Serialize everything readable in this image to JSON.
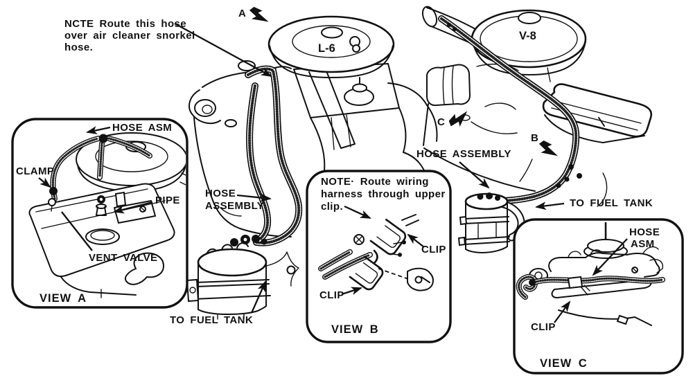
{
  "colors": {
    "ink": "#111111",
    "paper": "#ffffff"
  },
  "top_note": {
    "line1": "NCTE Route this hose",
    "line2": "over air cleaner snorkel",
    "line3": "hose."
  },
  "markers": {
    "a": "A",
    "b": "B",
    "c": "C"
  },
  "engines": {
    "l6": "L-6",
    "v8": "V-8"
  },
  "labels": {
    "hose_l6_1": "HOSE",
    "hose_l6_2": "ASSEMBLY",
    "to_fuel_tank_l6": "TO FUEL TANK",
    "hose_v8": "HOSE ASSEMBLY",
    "to_fuel_tank_v8": "TO FUEL TANK"
  },
  "view_a": {
    "hose_asm": "HOSE ASM",
    "clamp": "CLAMP",
    "pipe": "PIPE",
    "vent_valve": "VENT VALVE",
    "caption": "VIEW A"
  },
  "view_b": {
    "note1": "NOTE· Route wiring",
    "note2": "harness through upper",
    "note3": "clip.",
    "clip_upper": "CLIP",
    "clip_lower": "CLIP",
    "caption": "VIEW B"
  },
  "view_c": {
    "hose1": "HOSE",
    "hose2": "ASM",
    "clip": "CLIP",
    "caption": "VIEW C"
  }
}
